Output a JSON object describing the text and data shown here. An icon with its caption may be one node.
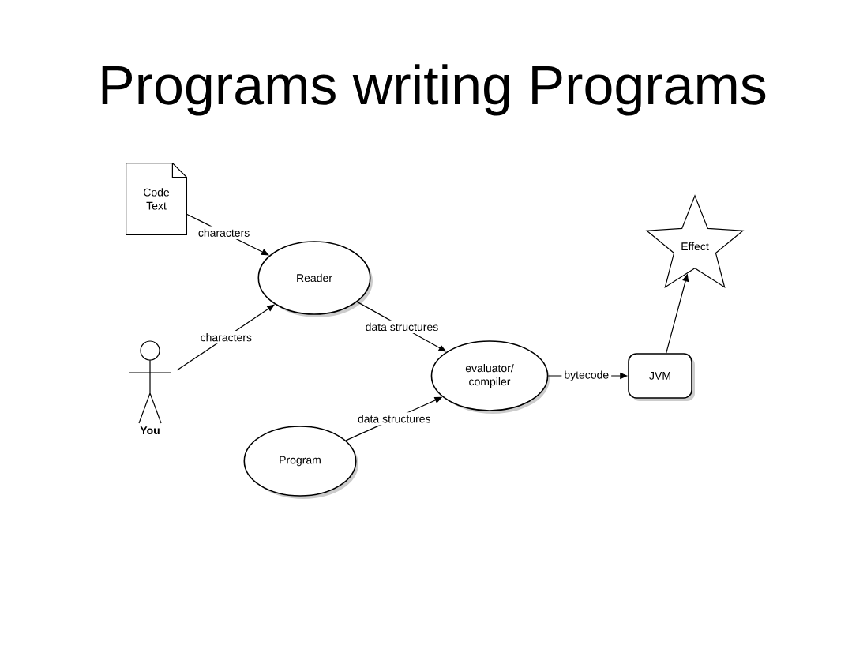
{
  "diagram": {
    "title": "Programs writing Programs",
    "nodes": [
      {
        "text": [
          "Code Text"
        ]
      },
      {
        "text": [
          "You"
        ]
      },
      {
        "text": [
          "Reader"
        ]
      },
      {
        "text": [
          "evaluator/ compiler"
        ]
      },
      {
        "text": [
          "Program"
        ]
      },
      {
        "text": [
          "JVM"
        ]
      },
      {
        "text": [
          "Effect"
        ]
      }
    ],
    "edges": [
      {
        "from": 0,
        "to": 2,
        "arrow": "to",
        "label": "characters"
      },
      {
        "from": 1,
        "to": 2,
        "arrow": "to",
        "label": "characters"
      },
      {
        "from": 2,
        "to": 3,
        "arrow": "to",
        "label": "data structures"
      },
      {
        "from": 4,
        "to": 3,
        "arrow": "to",
        "label": "data structures"
      },
      {
        "from": 3,
        "to": 5,
        "arrow": "to",
        "label": "bytecode"
      },
      {
        "from": 5,
        "to": 6,
        "arrow": "to"
      }
    ]
  }
}
